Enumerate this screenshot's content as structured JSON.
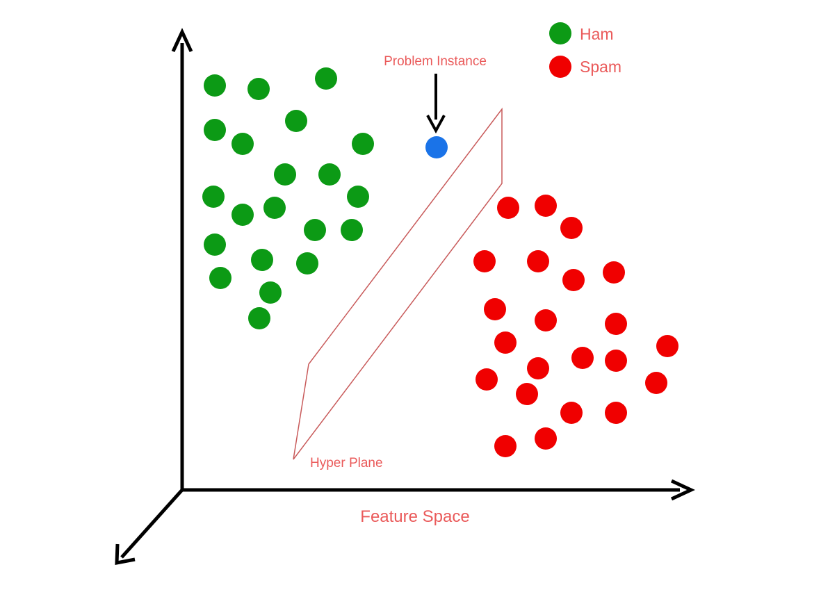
{
  "legend": {
    "items": [
      {
        "label": "Ham",
        "color": "#0c9a15"
      },
      {
        "label": "Spam",
        "color": "#f00000"
      }
    ]
  },
  "labels": {
    "problem_instance": "Problem Instance",
    "hyper_plane": "Hyper Plane",
    "feature_space": "Feature Space"
  },
  "colors": {
    "ham": "#0c9a15",
    "spam": "#f00000",
    "instance": "#1a73e8",
    "label_text": "#ea5a5a",
    "hyperplane_stroke": "#c85a5a",
    "axis": "#000000"
  }
}
